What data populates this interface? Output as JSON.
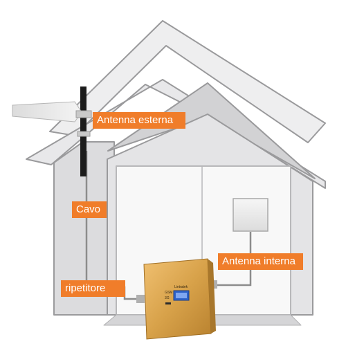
{
  "labels": {
    "external_antenna": "Antenna esterna",
    "cable": "Cavo",
    "internal_antenna": "Antenna interna",
    "repeater": "ripetitore"
  },
  "repeater_panel": {
    "brand": "Lintratek",
    "text_lines": [
      "GSM",
      "3G"
    ]
  },
  "colors": {
    "label_bg": "#f07d2a",
    "label_text": "#ffffff",
    "house_fill": "#e6e6e8",
    "house_stroke": "#9a9a9c",
    "repeater_body": "#d8a24a",
    "lcd": "#2f63c9"
  }
}
